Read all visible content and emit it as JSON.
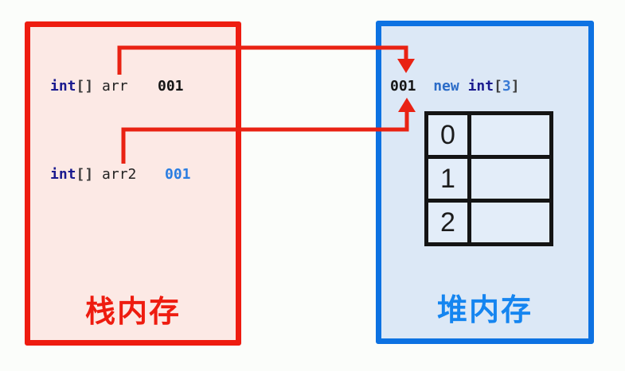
{
  "diagram": {
    "stack": {
      "label": "栈内存",
      "variables": [
        {
          "keyword": "int",
          "brackets": "[]",
          "name": " arr",
          "value": "001"
        },
        {
          "keyword": "int",
          "brackets": "[]",
          "name": " arr2",
          "value": "001"
        }
      ]
    },
    "heap": {
      "label": "堆内存",
      "address": "001",
      "allocation": {
        "keyword_new": "new",
        "keyword_type": "int",
        "bracket_open": "[",
        "size": "3",
        "bracket_close": "]"
      },
      "array_rows": [
        {
          "index": "0",
          "value": ""
        },
        {
          "index": "1",
          "value": ""
        },
        {
          "index": "2",
          "value": ""
        }
      ]
    },
    "colors": {
      "stack_border": "#ee1c10",
      "stack_fill": "#fce9e5",
      "stack_label": "#ee1c10",
      "heap_border": "#0d72e2",
      "heap_fill": "#dce8f6",
      "heap_label": "#1585f0",
      "arrow_red": "#e92213",
      "keyword_navy": "#1a1a8f",
      "keyword_blue": "#2b6cc8",
      "value_blue": "#2a7de1",
      "value_black": "#151515",
      "table_border": "#141414"
    }
  }
}
